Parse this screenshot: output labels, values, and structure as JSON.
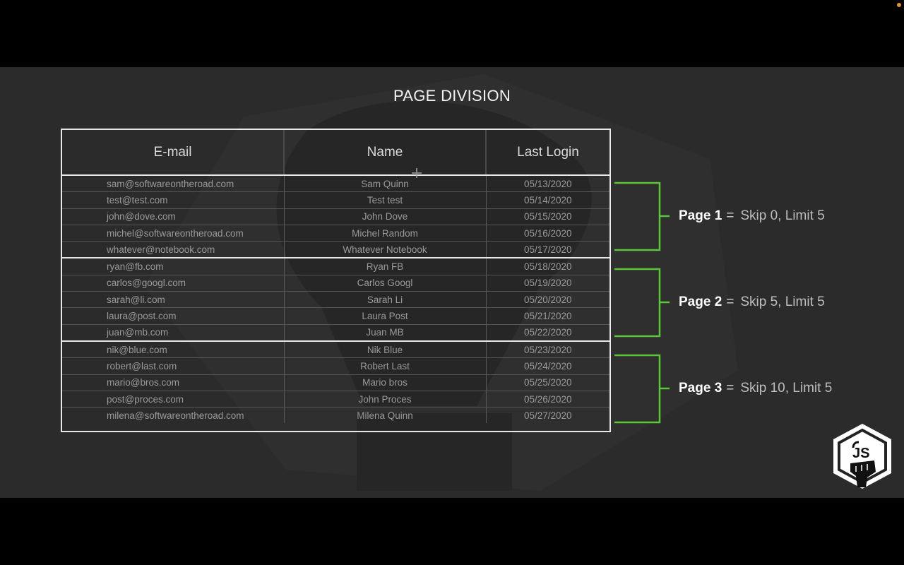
{
  "slide": {
    "title": "PAGE DIVISION"
  },
  "table": {
    "columns": [
      "E-mail",
      "Name",
      "Last Login"
    ],
    "rows": [
      [
        "sam@softwareontheroad.com",
        "Sam Quinn",
        "05/13/2020"
      ],
      [
        "test@test.com",
        "Test test",
        "05/14/2020"
      ],
      [
        "john@dove.com",
        "John Dove",
        "05/15/2020"
      ],
      [
        "michel@softwareontheroad.com",
        "Michel Random",
        "05/16/2020"
      ],
      [
        "whatever@notebook.com",
        "Whatever Notebook",
        "05/17/2020"
      ],
      [
        "ryan@fb.com",
        "Ryan FB",
        "05/18/2020"
      ],
      [
        "carlos@googl.com",
        "Carlos Googl",
        "05/19/2020"
      ],
      [
        "sarah@li.com",
        "Sarah Li",
        "05/20/2020"
      ],
      [
        "laura@post.com",
        "Laura Post",
        "05/21/2020"
      ],
      [
        "juan@mb.com",
        "Juan MB",
        "05/22/2020"
      ],
      [
        "nik@blue.com",
        "Nik Blue",
        "05/23/2020"
      ],
      [
        "robert@last.com",
        "Robert Last",
        "05/24/2020"
      ],
      [
        "mario@bros.com",
        "Mario bros",
        "05/25/2020"
      ],
      [
        "post@proces.com",
        "John Proces",
        "05/26/2020"
      ],
      [
        "milena@softwareontheroad.com",
        "Milena Quinn",
        "05/27/2020"
      ]
    ]
  },
  "pages": [
    {
      "name": "Page 1",
      "eq": "=",
      "detail": "Skip 0, Limit 5"
    },
    {
      "name": "Page 2",
      "eq": "=",
      "detail": "Skip 5, Limit 5"
    },
    {
      "name": "Page 3",
      "eq": "=",
      "detail": "Skip 10, Limit 5"
    }
  ],
  "colors": {
    "bracket": "#5cc63a",
    "background": "#2b2b2b",
    "letterbox": "#000000"
  },
  "icons": {
    "logo": "js-fist-hexagon-logo",
    "cursor": "crosshair-cursor-icon"
  }
}
